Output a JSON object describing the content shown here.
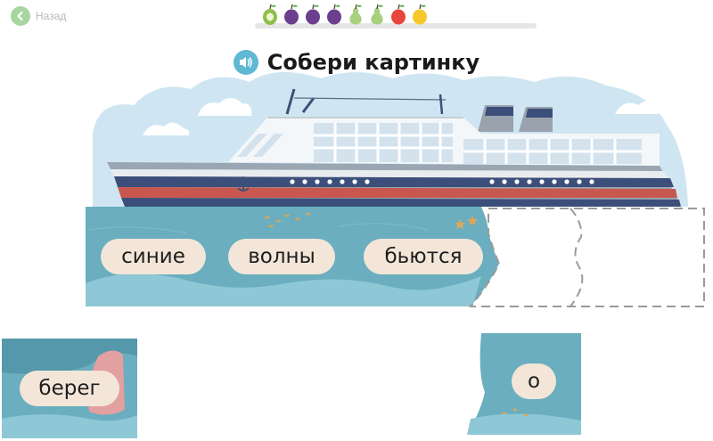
{
  "nav": {
    "back_label": "Назад"
  },
  "progress": {
    "fruits": [
      "kiwi",
      "plum",
      "plum",
      "plum",
      "pear",
      "pear",
      "apple",
      "lemon"
    ],
    "colors": {
      "kiwi": "#8fbf4a",
      "plum": "#6b3f8e",
      "pear": "#a8d080",
      "apple": "#e8453c",
      "lemon": "#f7c82b"
    }
  },
  "task": {
    "title": "Собери картинку",
    "speaker_icon": "speaker-icon"
  },
  "placed_words": [
    "синие",
    "волны",
    "бьются"
  ],
  "pieces": [
    {
      "word": "берег"
    },
    {
      "word": "о"
    }
  ],
  "colors": {
    "sky": "#cfe6f2",
    "cloud": "#ffffff",
    "sea": "#6aaebf",
    "sea_light": "#8ec7d6",
    "hull_navy": "#3c4f7a",
    "hull_red": "#c8584f",
    "chip": "#f3e6d8"
  }
}
